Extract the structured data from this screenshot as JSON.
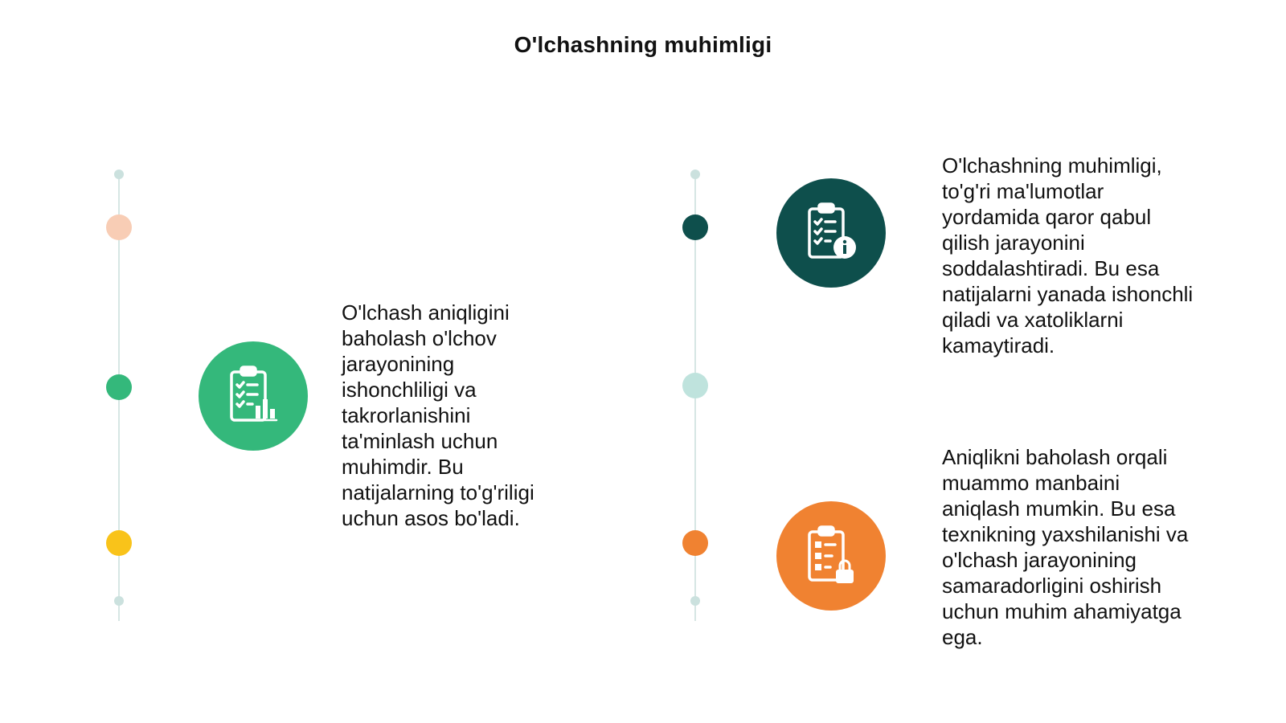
{
  "title": "O'lchashning muhimligi",
  "colors": {
    "timeline_line": "#d6e6e4",
    "timeline_cap": "#cbe1de",
    "peach": "#f8cdb5",
    "green": "#34b87b",
    "yellow": "#f9c31a",
    "dark_teal": "#0e4f4c",
    "pale_teal": "#bfe3dd",
    "orange": "#f08231"
  },
  "items": [
    {
      "icon": "clipboard-chart-icon",
      "color": "#34b87b",
      "text": "O'lchash aniqligini\nbaholash o'lchov\njarayonining\nishonchliligi va\ntakrorlanishini\nta'minlash uchun\nmuhimdir. Bu\nnatijalarning to'g'riligi\nuchun asos bo'ladi."
    },
    {
      "icon": "clipboard-info-icon",
      "color": "#0e4f4c",
      "text": "O'lchashning muhimligi,\nto'g'ri ma'lumotlar\nyordamida qaror qabul\nqilish jarayonini\nsoddalashtiradi. Bu esa\nnatijalarni yanada ishonchli\nqiladi va xatoliklarni\nkamaytiradi."
    },
    {
      "icon": "clipboard-lock-icon",
      "color": "#f08231",
      "text": "Aniqlikni baholash orqali\nmuammo manbaini\naniqlash mumkin. Bu esa\ntexnikning yaxshilanishi va\no'lchash jarayonining\nsamaradorligini oshirish\nuchun muhim ahamiyatga\nega."
    }
  ]
}
